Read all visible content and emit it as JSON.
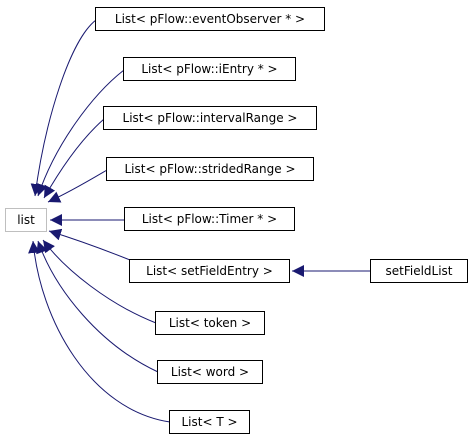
{
  "colors": {
    "edge": "#191970",
    "node_border": "#000000",
    "base_node_border": "#bfbfbf",
    "background": "#ffffff"
  },
  "nodes": {
    "list": "list",
    "event_observer": "List< pFlow::eventObserver * >",
    "i_entry": "List< pFlow::iEntry * >",
    "interval_range": "List< pFlow::intervalRange >",
    "strided_range": "List< pFlow::stridedRange >",
    "timer": "List< pFlow::Timer * >",
    "set_field_entry": "List< setFieldEntry >",
    "token": "List< token >",
    "word": "List< word >",
    "t": "List< T >",
    "set_field_list": "setFieldList"
  },
  "edges": [
    {
      "from": "event_observer",
      "to": "list"
    },
    {
      "from": "i_entry",
      "to": "list"
    },
    {
      "from": "interval_range",
      "to": "list"
    },
    {
      "from": "strided_range",
      "to": "list"
    },
    {
      "from": "timer",
      "to": "list"
    },
    {
      "from": "set_field_entry",
      "to": "list"
    },
    {
      "from": "token",
      "to": "list"
    },
    {
      "from": "word",
      "to": "list"
    },
    {
      "from": "t",
      "to": "list"
    },
    {
      "from": "set_field_list",
      "to": "set_field_entry"
    }
  ]
}
